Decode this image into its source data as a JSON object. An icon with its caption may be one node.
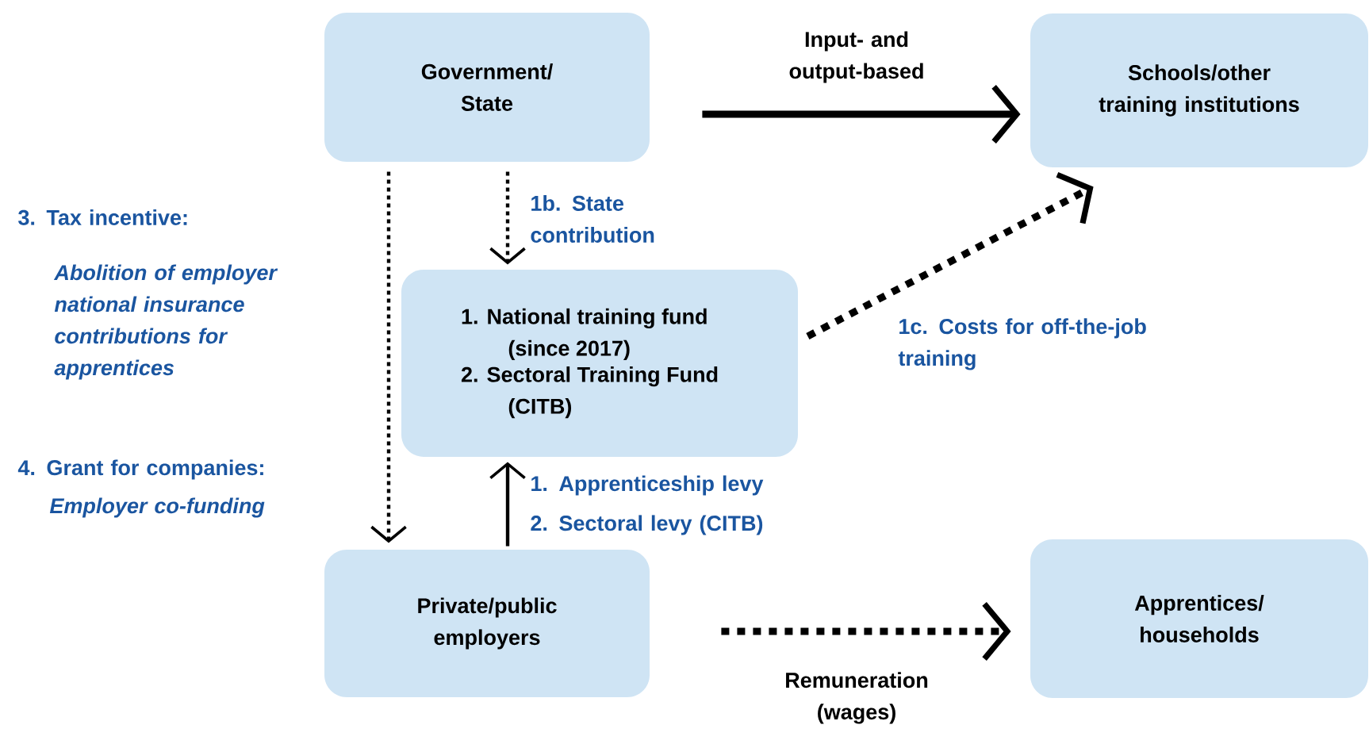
{
  "diagram": {
    "nodes": [
      {
        "text": [
          "Government/ State"
        ]
      },
      {
        "text": [
          "Schools/other training institutions"
        ]
      },
      {
        "text": [
          "1. National training fund (since 2017)",
          "2. Sectoral Training Fund (CITB)"
        ]
      },
      {
        "text": [
          "Private/public employers"
        ]
      },
      {
        "text": [
          "Apprentices/ households"
        ]
      }
    ],
    "edges": [
      {
        "from": 0,
        "to": 1,
        "arrow": "to",
        "style": "thick",
        "label": "Input- and output-based"
      },
      {
        "from": 0,
        "to": 2,
        "arrow": "to",
        "style": "dashed",
        "label": "1b. State contribution"
      },
      {
        "from": 0,
        "to": 3,
        "arrow": "to",
        "style": "dashed"
      },
      {
        "from": 3,
        "to": 2,
        "arrow": "to"
      },
      {
        "from": 2,
        "to": 1,
        "arrow": "to",
        "style": "dashed",
        "label": "1c. Costs for off-the-job training"
      },
      {
        "from": 3,
        "to": 4,
        "arrow": "to",
        "style": "dashed",
        "label": "Remuneration (wages)"
      }
    ],
    "labels": [
      "3. Tax incentive:",
      "Abolition of employer national insurance contributions for apprentices",
      "4. Grant for companies:",
      "Employer co-funding",
      "1. Apprenticeship levy",
      "2. Sectoral levy (CITB)"
    ]
  }
}
